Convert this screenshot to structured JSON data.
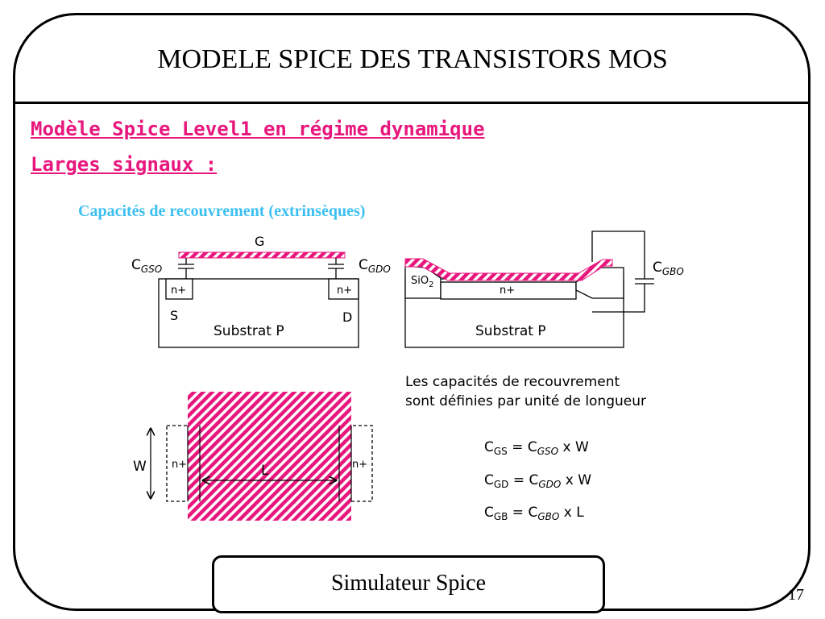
{
  "slide": {
    "title": "MODELE SPICE DES TRANSISTORS MOS",
    "subtitle_line1": "Modèle Spice Level1 en régime dynamique",
    "subtitle_line2": "Larges signaux :",
    "section_caption": "Capacités de recouvrement (extrinsèques)",
    "footer": "Simulateur Spice",
    "page_number": "17"
  },
  "colors": {
    "accent": "#e8177d",
    "caption": "#3cc0f0",
    "gate_hatch": "#e8177d"
  },
  "cross_section_left": {
    "gate_label": "G",
    "cgso_main": "C",
    "cgso_sub": "GSO",
    "cgdo_main": "C",
    "cgdo_sub": "GDO",
    "source_doping": "n+",
    "drain_doping": "n+",
    "source_label": "S",
    "drain_label": "D",
    "substrate_label": "Substrat P"
  },
  "cross_section_right": {
    "oxide_main": "SiO",
    "oxide_sub": "2",
    "doping": "n+",
    "cgbo_main": "C",
    "cgbo_sub": "GBO",
    "substrate_label": "Substrat P"
  },
  "top_view": {
    "width_label": "W",
    "length_label": "L",
    "left_doping": "n+",
    "right_doping": "n+"
  },
  "notes": {
    "line1": "Les capacités de recouvrement",
    "line2": "sont définies par unité de longueur"
  },
  "equations": [
    {
      "lhs_main": "C",
      "lhs_sub": "GS",
      "eq": " = ",
      "rhs_main": "C",
      "rhs_sub": "GSO",
      "tail": " x W"
    },
    {
      "lhs_main": "C",
      "lhs_sub": "GD",
      "eq": " = ",
      "rhs_main": "C",
      "rhs_sub": "GDO",
      "tail": " x W"
    },
    {
      "lhs_main": "C",
      "lhs_sub": "GB",
      "eq": " = ",
      "rhs_main": "C",
      "rhs_sub": "GBO",
      "tail": " x L"
    }
  ]
}
